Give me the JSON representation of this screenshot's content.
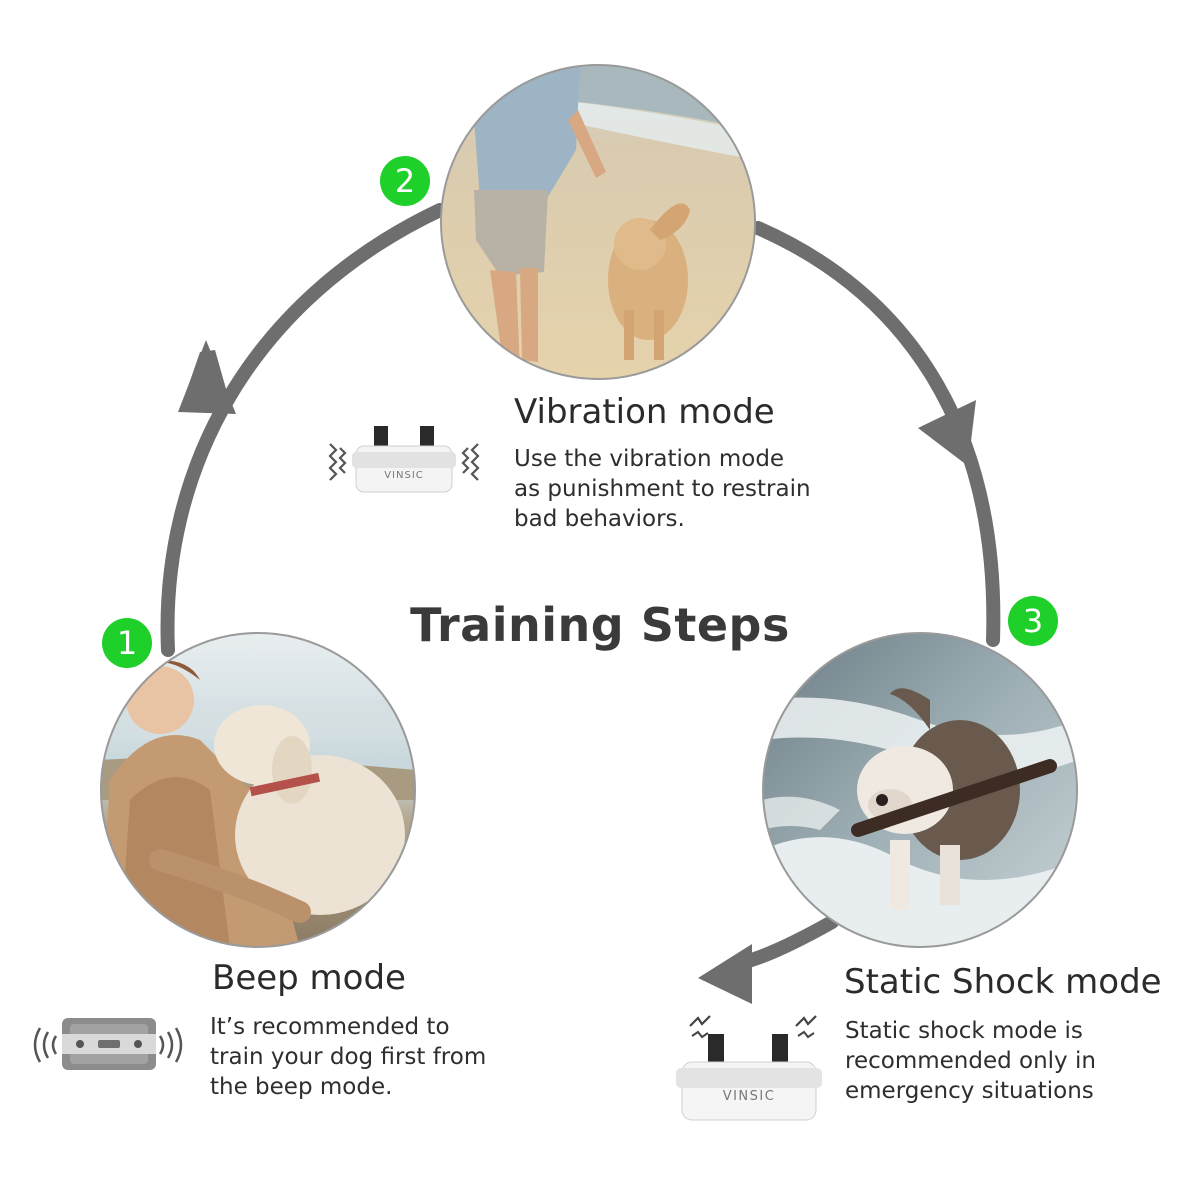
{
  "title": "Training Steps",
  "steps": [
    {
      "number": "1",
      "mode": "Beep mode",
      "description": [
        "It’s recommended to",
        "train your dog first from",
        "the beep mode."
      ],
      "icon": "beep-collar-icon"
    },
    {
      "number": "2",
      "mode": "Vibration mode",
      "description": [
        "Use the vibration mode",
        "as punishment to restrain",
        "bad behaviors."
      ],
      "icon": "vibration-collar-icon"
    },
    {
      "number": "3",
      "mode": "Static Shock mode",
      "description": [
        "Static shock mode is",
        "recommended only in",
        "emergency situations"
      ],
      "icon": "shock-collar-icon"
    }
  ],
  "brand": "VINSIC",
  "colors": {
    "badge": "#1fcf2a",
    "arrow": "#6e6e6e",
    "text": "#2e2e2e"
  }
}
